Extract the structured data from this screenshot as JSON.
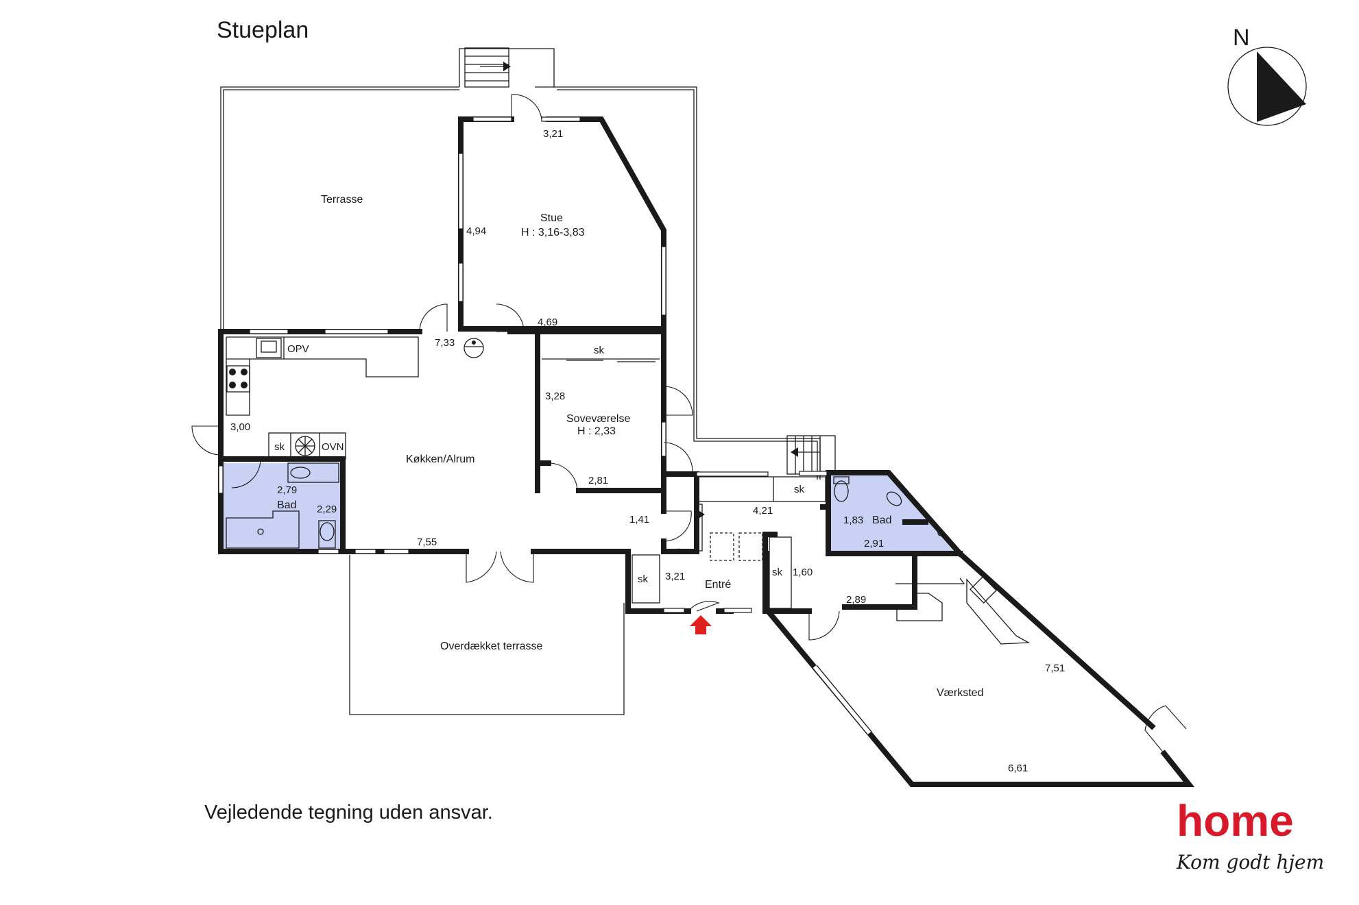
{
  "plan_title": "Stueplan",
  "disclaimer": "Vejledende tegning uden ansvar.",
  "north_label": "N",
  "brand": {
    "name": "home",
    "tagline": "Kom godt hjem",
    "color": "#d7192a"
  },
  "colors": {
    "bathroom_fill": "#c9d2f5",
    "wall": "#1a1a1a",
    "entrance_arrow": "#e0201f"
  },
  "rooms": {
    "terrasse": "Terrasse",
    "stue": "Stue",
    "stue_height": "H : 3,16-3,83",
    "sovevaerelse": "Soveværelse",
    "sovevaerelse_height": "H : 2,33",
    "kokken": "Køkken/Alrum",
    "bad1": "Bad",
    "bad2": "Bad",
    "entre": "Entré",
    "overdaekket": "Overdækket terrasse",
    "vaerksted": "Værksted"
  },
  "fixtures": {
    "opv": "OPV",
    "ovn": "OVN",
    "sk_kitchen": "sk",
    "sk_bedroom": "sk",
    "sk_hall": "sk",
    "sk_entre": "sk",
    "sk_closet": "sk"
  },
  "dimensions": {
    "stue_top": "3,21",
    "stue_left": "4,94",
    "stue_bottom": "4,69",
    "alrum_top": "7,33",
    "bedroom_side": "3,28",
    "bedroom_bottom": "2,81",
    "kitchen_side": "3,00",
    "bad1_width": "2,79",
    "bad1_side": "2,29",
    "alrum_bottom": "7,55",
    "hall_side": "1,41",
    "hall_width": "4,21",
    "entre_width": "3,21",
    "closet_side": "1,60",
    "bad2_side": "1,83",
    "bad2_bottom": "2,91",
    "vaerksted_top": "2,89",
    "vaerksted_side": "7,51",
    "vaerksted_bottom": "6,61"
  }
}
